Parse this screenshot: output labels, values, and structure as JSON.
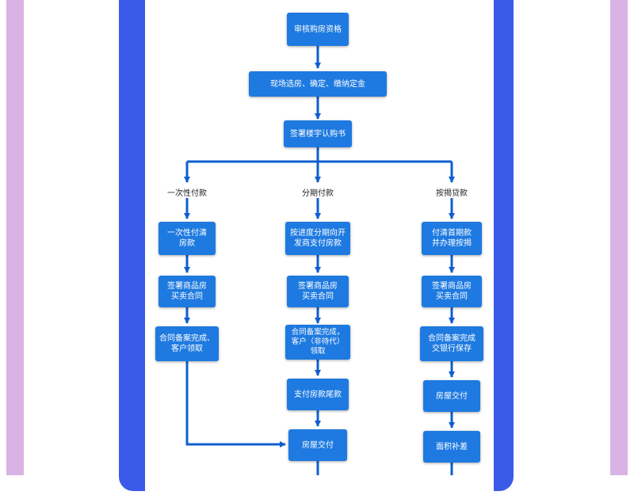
{
  "flow": {
    "start": "审核购房资格",
    "step2": "现场选房、确定、缴纳定金",
    "step3": "签署楼宇认购书",
    "branches": {
      "full": {
        "label": "一次性付款",
        "steps": [
          "一次性付清\n房款",
          "签署商品房\n买卖合同",
          "合同备案完成、\n客户领取"
        ]
      },
      "installment": {
        "label": "分期付款",
        "steps": [
          "按进度分期向开\n发商支付房款",
          "签署商品房\n买卖合同",
          "合同备案完成，\n客户（非待代）\n领取",
          "支付房款尾款",
          "房屋交付"
        ]
      },
      "mortgage": {
        "label": "按揭贷款",
        "steps": [
          "付清首期款\n并办理按揭",
          "签署商品房\n买卖合同",
          "合同备案完成\n交银行保存",
          "房屋交付",
          "面积补差"
        ]
      }
    }
  },
  "colors": {
    "node_fill": "#1e7ae0",
    "connector": "#0f5fcf",
    "frame": "#3a5bea",
    "side_stripe": "#d9b3e3"
  }
}
